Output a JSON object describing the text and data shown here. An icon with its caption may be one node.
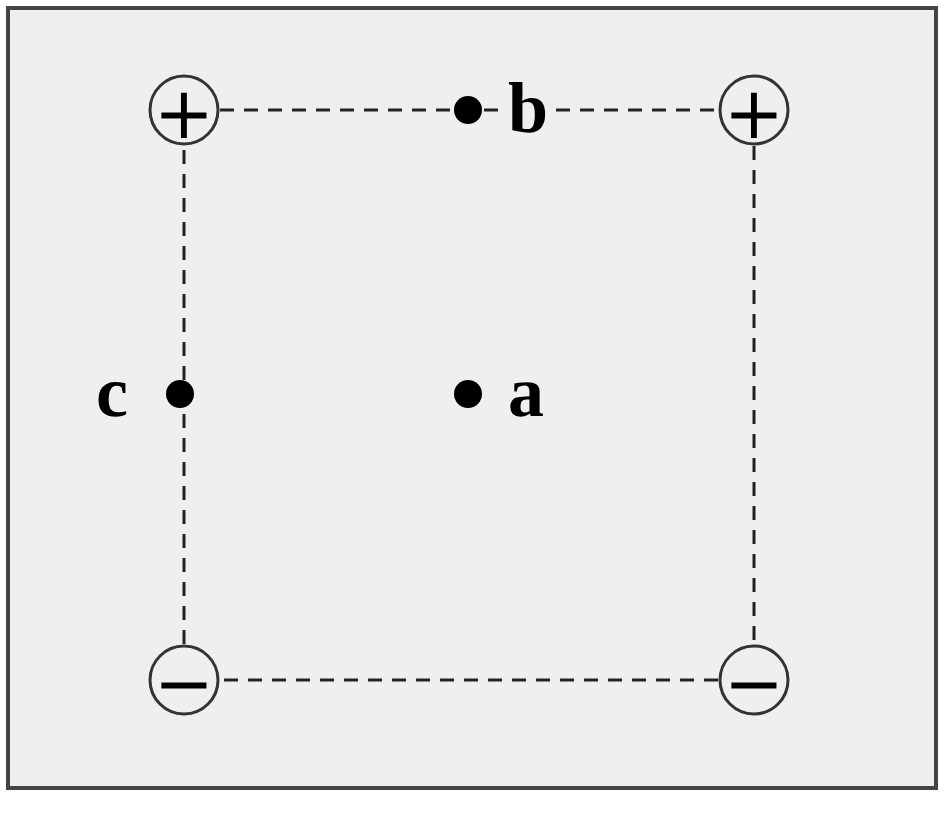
{
  "diagram": {
    "nodes": [
      {
        "text": [
          "+"
        ]
      },
      {
        "text": [
          "+"
        ]
      },
      {
        "text": [
          "−"
        ]
      },
      {
        "text": [
          "−"
        ]
      }
    ],
    "edges": [
      {
        "from": 0,
        "to": 1,
        "arrow": "none",
        "style": "dashed"
      },
      {
        "from": 1,
        "to": 3,
        "arrow": "none",
        "style": "dashed"
      },
      {
        "from": 3,
        "to": 2,
        "arrow": "none",
        "style": "dashed"
      },
      {
        "from": 2,
        "to": 0,
        "arrow": "none",
        "style": "dashed"
      }
    ],
    "labels": [
      "b",
      "c",
      "a"
    ]
  }
}
